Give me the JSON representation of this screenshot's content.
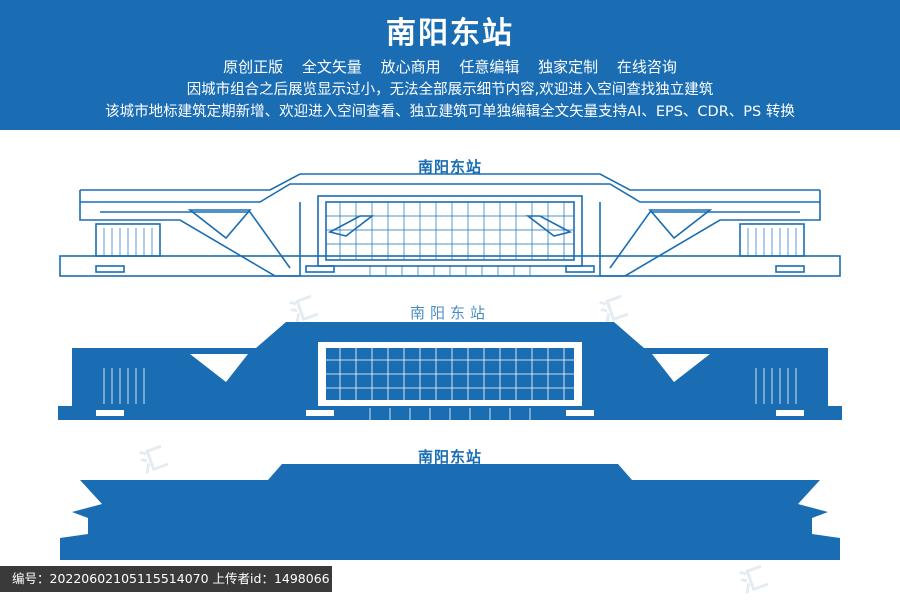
{
  "banner": {
    "title": "南阳东站",
    "line1": "原创正版 全文矢量 放心商用 任意编辑 独家定制 在线咨询",
    "line2": "因城市组合之后展览显示过小，无法全部展示细节内容,欢迎进入空间查找独立建筑",
    "line3": "该城市地标建筑定期新增、欢迎进入空间查看、独立建筑可单独编辑全文矢量支持AI、EPS、CDR、PS 转换"
  },
  "figures": {
    "outline_label": "南阳东站",
    "filled_label": "南阳东站",
    "silhouette_label": "南阳东站"
  },
  "footer": {
    "text": "编号：20220602105115514070 上传者id：1498066"
  },
  "colors": {
    "brand_blue": "#1a6db3",
    "white": "#ffffff"
  }
}
